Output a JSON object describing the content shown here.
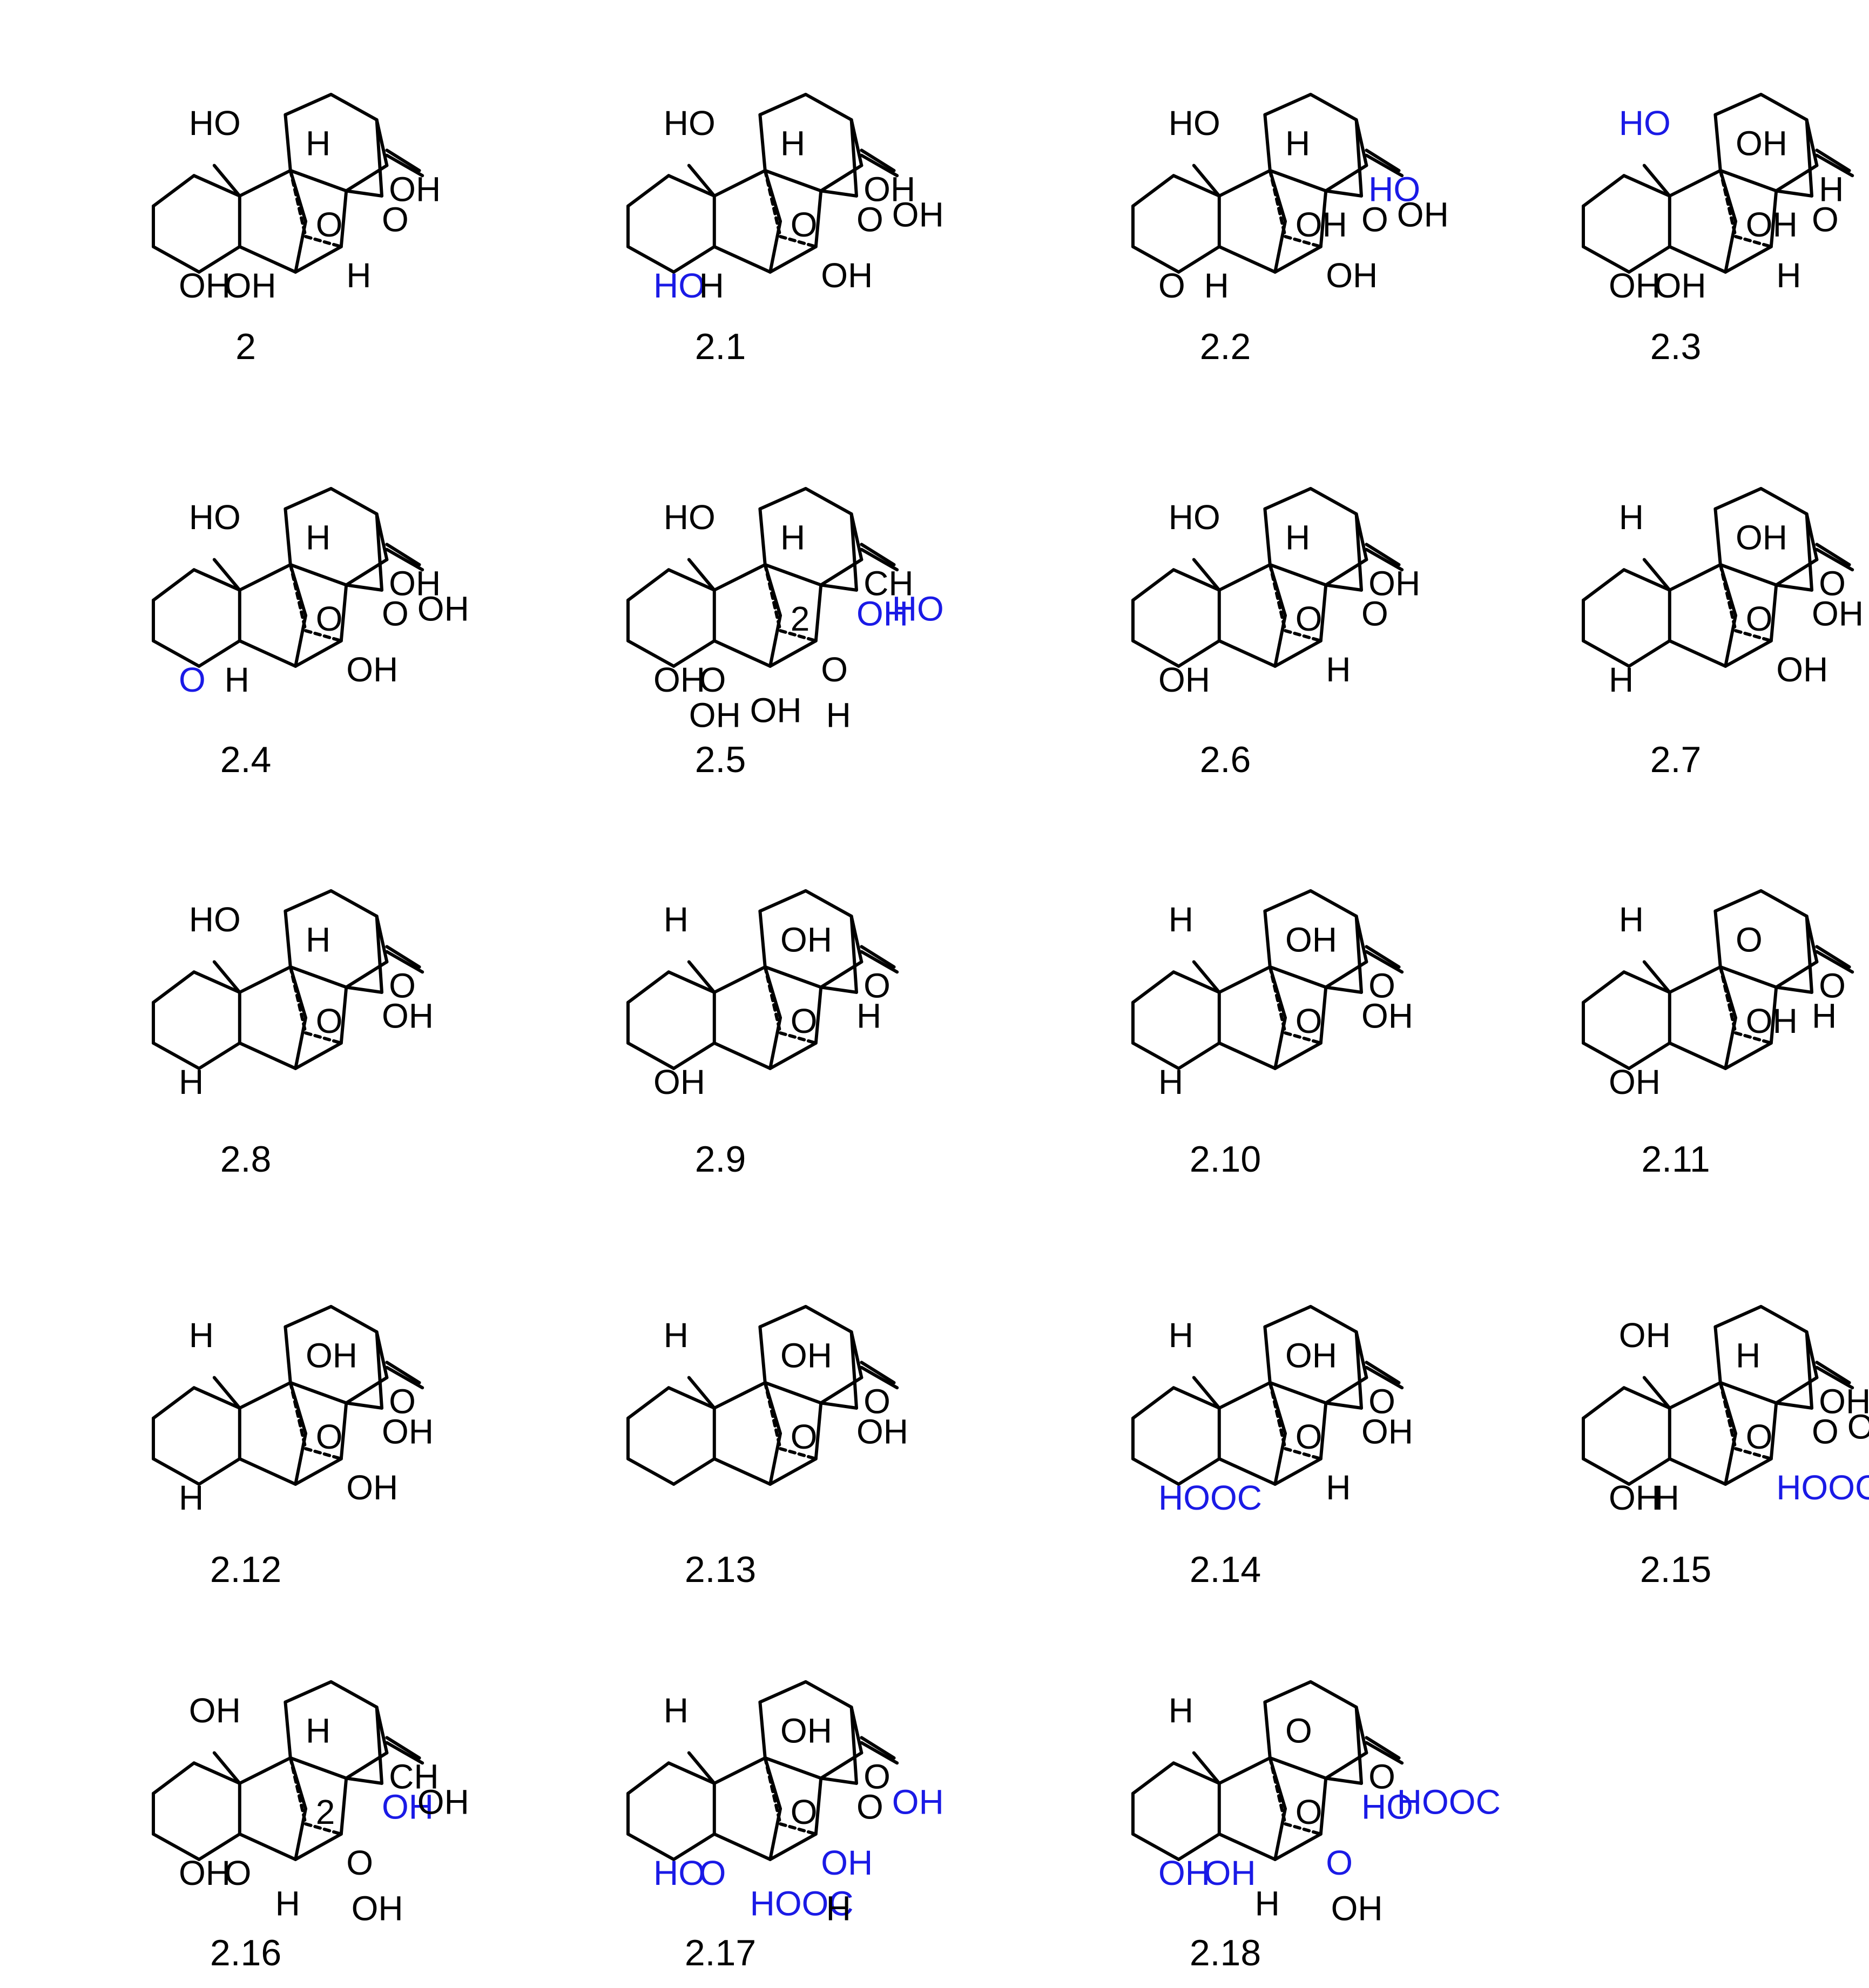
{
  "colors": {
    "ink": "#000000",
    "mod": "#1a1ae6"
  },
  "compounds": [
    {
      "id": "2",
      "labels": [
        [
          "HO",
          "k"
        ],
        [
          "H",
          "k"
        ],
        [
          "OH",
          "k"
        ],
        [
          "O",
          "k"
        ],
        [
          "O",
          "k"
        ],
        [
          "OH",
          "k"
        ],
        [
          "H",
          "k"
        ],
        [
          "OH",
          "k"
        ]
      ]
    },
    {
      "id": "2.1",
      "labels": [
        [
          "HO",
          "k"
        ],
        [
          "H",
          "k"
        ],
        [
          "OH",
          "k"
        ],
        [
          "O",
          "k"
        ],
        [
          "O",
          "k"
        ],
        [
          "HO",
          "b"
        ],
        [
          "OH",
          "k"
        ],
        [
          "H",
          "k"
        ],
        [
          "OH",
          "k"
        ]
      ]
    },
    {
      "id": "2.2",
      "labels": [
        [
          "HO",
          "k"
        ],
        [
          "H",
          "k"
        ],
        [
          "HO",
          "b"
        ],
        [
          "OH",
          "k"
        ],
        [
          "O",
          "k"
        ],
        [
          "O",
          "k"
        ],
        [
          "OH",
          "k"
        ],
        [
          "H",
          "k"
        ],
        [
          "OH",
          "k"
        ]
      ]
    },
    {
      "id": "2.3",
      "labels": [
        [
          "HO",
          "b"
        ],
        [
          "OH",
          "k"
        ],
        [
          "H",
          "k"
        ],
        [
          "OH",
          "k"
        ],
        [
          "O",
          "k"
        ],
        [
          "OH",
          "k"
        ],
        [
          "H",
          "k"
        ],
        [
          "OH",
          "k"
        ]
      ]
    },
    {
      "id": "2.4",
      "labels": [
        [
          "HO",
          "k"
        ],
        [
          "H",
          "k"
        ],
        [
          "OH",
          "k"
        ],
        [
          "O",
          "k"
        ],
        [
          "O",
          "k"
        ],
        [
          "O",
          "b"
        ],
        [
          "OH",
          "k"
        ],
        [
          "H",
          "k"
        ],
        [
          "OH",
          "k"
        ]
      ]
    },
    {
      "id": "2.5",
      "labels": [
        [
          "HO",
          "k"
        ],
        [
          "H",
          "k"
        ],
        [
          "CH",
          "k"
        ],
        [
          "2",
          "k"
        ],
        [
          "OH",
          "b"
        ],
        [
          "OH",
          "k"
        ],
        [
          "O",
          "k"
        ],
        [
          "O",
          "k"
        ],
        [
          "HO",
          "b"
        ],
        [
          "OH",
          "k"
        ],
        [
          "H",
          "k"
        ],
        [
          "OH",
          "k"
        ]
      ]
    },
    {
      "id": "2.6",
      "labels": [
        [
          "HO",
          "k"
        ],
        [
          "H",
          "k"
        ],
        [
          "OH",
          "k"
        ],
        [
          "O",
          "k"
        ],
        [
          "O",
          "k"
        ],
        [
          "OH",
          "k"
        ],
        [
          "H",
          "k"
        ]
      ]
    },
    {
      "id": "2.7",
      "labels": [
        [
          "H",
          "k"
        ],
        [
          "OH",
          "k"
        ],
        [
          "O",
          "k"
        ],
        [
          "O",
          "k"
        ],
        [
          "OH",
          "k"
        ],
        [
          "H",
          "k"
        ],
        [
          "OH",
          "k"
        ]
      ]
    },
    {
      "id": "2.8",
      "labels": [
        [
          "HO",
          "k"
        ],
        [
          "H",
          "k"
        ],
        [
          "O",
          "k"
        ],
        [
          "O",
          "k"
        ],
        [
          "OH",
          "k"
        ],
        [
          "H",
          "k"
        ]
      ]
    },
    {
      "id": "2.9",
      "labels": [
        [
          "H",
          "k"
        ],
        [
          "OH",
          "k"
        ],
        [
          "O",
          "k"
        ],
        [
          "O",
          "k"
        ],
        [
          "H",
          "k"
        ],
        [
          "OH",
          "k"
        ]
      ]
    },
    {
      "id": "2.10",
      "labels": [
        [
          "H",
          "k"
        ],
        [
          "OH",
          "k"
        ],
        [
          "O",
          "k"
        ],
        [
          "O",
          "k"
        ],
        [
          "OH",
          "k"
        ],
        [
          "H",
          "k"
        ]
      ]
    },
    {
      "id": "2.11",
      "labels": [
        [
          "H",
          "k"
        ],
        [
          "O",
          "k"
        ],
        [
          "O",
          "k"
        ],
        [
          "OH",
          "k"
        ],
        [
          "H",
          "k"
        ],
        [
          "OH",
          "k"
        ]
      ]
    },
    {
      "id": "2.12",
      "labels": [
        [
          "H",
          "k"
        ],
        [
          "OH",
          "k"
        ],
        [
          "O",
          "k"
        ],
        [
          "O",
          "k"
        ],
        [
          "OH",
          "k"
        ],
        [
          "H",
          "k"
        ],
        [
          "OH",
          "k"
        ]
      ]
    },
    {
      "id": "2.13",
      "labels": [
        [
          "H",
          "k"
        ],
        [
          "OH",
          "k"
        ],
        [
          "O",
          "k"
        ],
        [
          "O",
          "k"
        ],
        [
          "OH",
          "k"
        ]
      ]
    },
    {
      "id": "2.14",
      "labels": [
        [
          "H",
          "k"
        ],
        [
          "OH",
          "k"
        ],
        [
          "O",
          "k"
        ],
        [
          "O",
          "k"
        ],
        [
          "OH",
          "k"
        ],
        [
          "HOOC",
          "b"
        ],
        [
          "H",
          "k"
        ]
      ]
    },
    {
      "id": "2.15",
      "labels": [
        [
          "OH",
          "k"
        ],
        [
          "H",
          "k"
        ],
        [
          "OH",
          "k"
        ],
        [
          "O",
          "k"
        ],
        [
          "O",
          "k"
        ],
        [
          "OH",
          "k"
        ],
        [
          "HOOC",
          "b"
        ],
        [
          "H",
          "k"
        ],
        [
          "OH",
          "k"
        ]
      ]
    },
    {
      "id": "2.16",
      "labels": [
        [
          "OH",
          "k"
        ],
        [
          "H",
          "k"
        ],
        [
          "CH",
          "k"
        ],
        [
          "2",
          "k"
        ],
        [
          "OH",
          "b"
        ],
        [
          "OH",
          "k"
        ],
        [
          "O",
          "k"
        ],
        [
          "O",
          "k"
        ],
        [
          "OH",
          "k"
        ],
        [
          "H",
          "k"
        ],
        [
          "OH",
          "k"
        ]
      ]
    },
    {
      "id": "2.17",
      "labels": [
        [
          "H",
          "k"
        ],
        [
          "OH",
          "k"
        ],
        [
          "O",
          "k"
        ],
        [
          "O",
          "k"
        ],
        [
          "O",
          "k"
        ],
        [
          "HO",
          "b"
        ],
        [
          "OH",
          "b"
        ],
        [
          "O",
          "b"
        ],
        [
          "OH",
          "b"
        ],
        [
          "HOOC",
          "b"
        ],
        [
          "H",
          "k"
        ]
      ]
    },
    {
      "id": "2.18",
      "labels": [
        [
          "H",
          "k"
        ],
        [
          "O",
          "k"
        ],
        [
          "O",
          "k"
        ],
        [
          "O",
          "k"
        ],
        [
          "HO",
          "b"
        ],
        [
          "OH",
          "b"
        ],
        [
          "O",
          "b"
        ],
        [
          "OH",
          "b"
        ],
        [
          "HOOC",
          "b"
        ],
        [
          "H",
          "k"
        ],
        [
          "OH",
          "k"
        ]
      ]
    }
  ]
}
